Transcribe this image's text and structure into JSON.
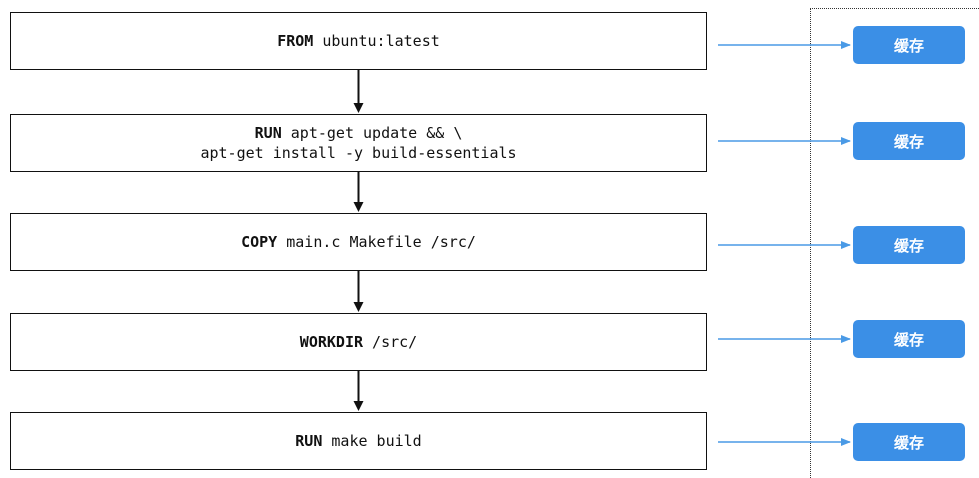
{
  "colors": {
    "box_border": "#111111",
    "flow_arrow": "#111111",
    "cache_arrow": "#4a9ae6",
    "cache_fill": "#3b8fe6",
    "boundary": "#333333"
  },
  "steps": [
    {
      "lines": [
        {
          "keyword": "FROM",
          "text": " ubuntu:latest"
        }
      ]
    },
    {
      "lines": [
        {
          "keyword": "RUN",
          "text": " apt-get update && \\"
        },
        {
          "keyword": "",
          "text": "apt-get install -y build-essentials"
        }
      ]
    },
    {
      "lines": [
        {
          "keyword": "COPY",
          "text": " main.c Makefile /src/"
        }
      ]
    },
    {
      "lines": [
        {
          "keyword": "WORKDIR",
          "text": " /src/"
        }
      ]
    },
    {
      "lines": [
        {
          "keyword": "RUN",
          "text": " make build"
        }
      ]
    }
  ],
  "cache": [
    {
      "label": "缓存"
    },
    {
      "label": "缓存"
    },
    {
      "label": "缓存"
    },
    {
      "label": "缓存"
    },
    {
      "label": "缓存"
    }
  ]
}
